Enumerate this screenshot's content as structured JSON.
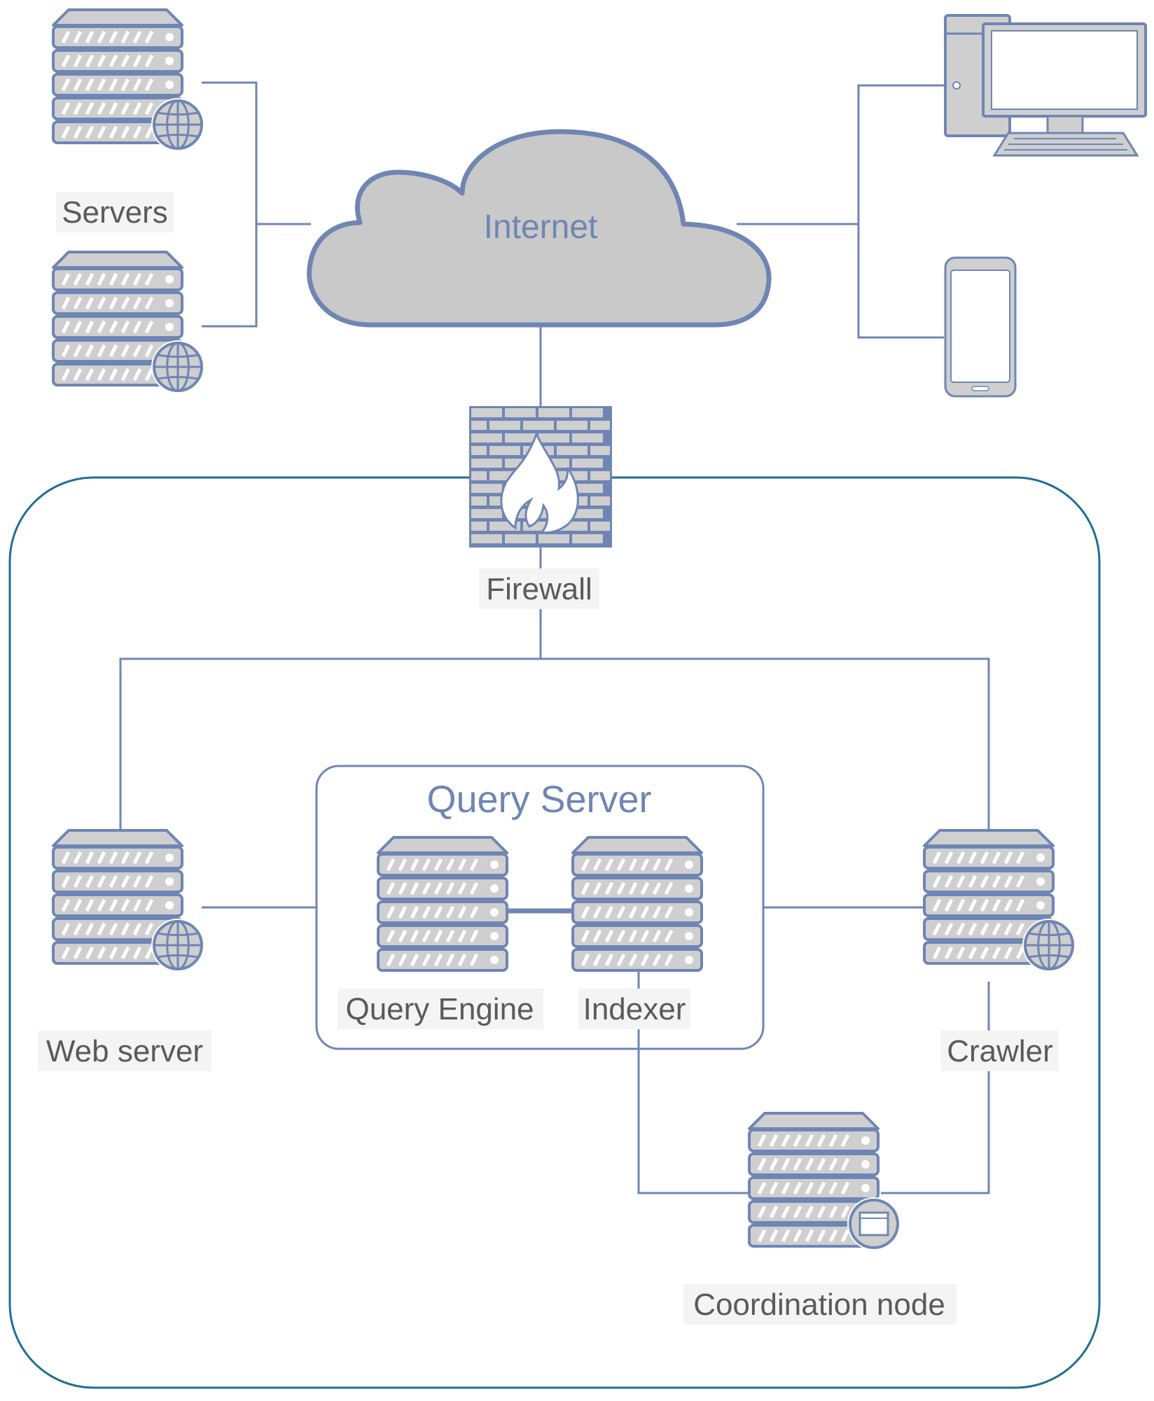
{
  "labels": {
    "servers": "Servers",
    "internet": "Internet",
    "firewall": "Firewall",
    "query_server": "Query Server",
    "query_engine": "Query Engine",
    "indexer": "Indexer",
    "web_server": "Web server",
    "crawler": "Crawler",
    "coordination_node": "Coordination node"
  },
  "colors": {
    "line": "#6f86b4",
    "border": "#1f6f94",
    "rack_fill": "#cfcfcf",
    "cloud_fill": "#c9c9c9",
    "text": "#5a5a5a",
    "title_text": "#6f86b4",
    "label_bg": "#f4f4f4"
  },
  "icons": {
    "server": "server-rack-icon",
    "web": "globe-icon",
    "cloud": "cloud-icon",
    "firewall": "firewall-icon",
    "desktop": "desktop-computer-icon",
    "mobile": "smartphone-icon",
    "node": "window-badge-icon"
  }
}
